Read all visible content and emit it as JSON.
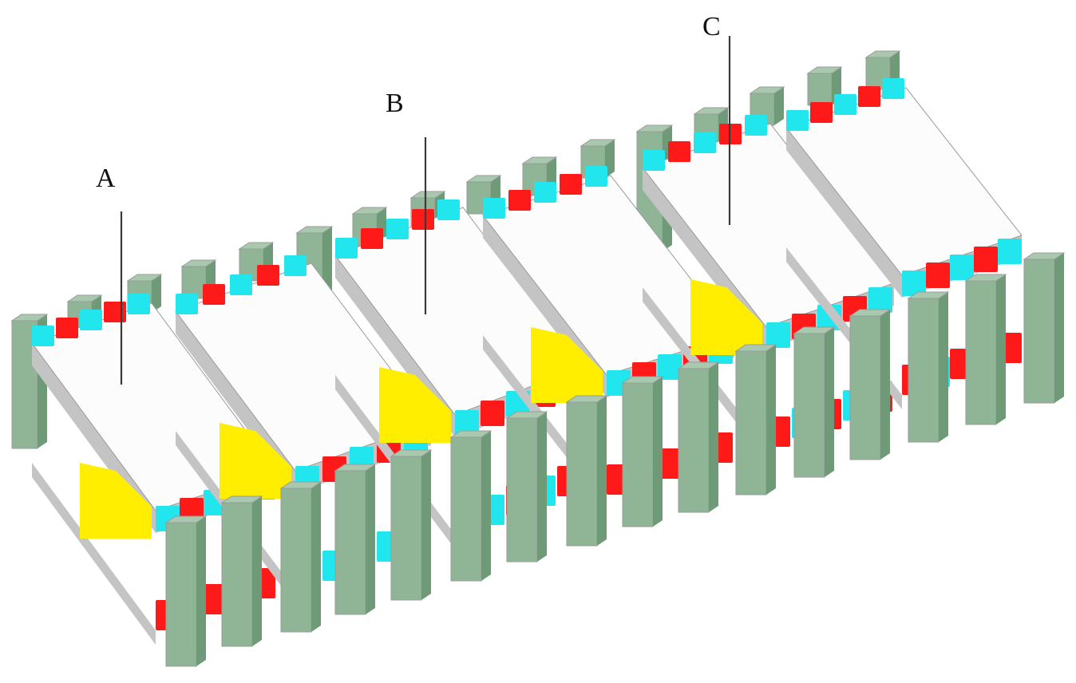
{
  "callouts": [
    {
      "id": "a",
      "text": "A"
    },
    {
      "id": "b",
      "text": "B"
    },
    {
      "id": "c",
      "text": "C"
    }
  ],
  "colors": {
    "pillar": "#8fb596",
    "pillar_side": "#6f9a78",
    "pillar_top": "#a9c9ae",
    "red_block": "#ff1a1a",
    "cyan_block": "#22e6ee",
    "yellow_wedge": "#ffee00",
    "slab_top": "#fcfcfc",
    "slab_side": "#c4c4c4",
    "slab_edge": "#9a9a9a",
    "leader": "#3a3a3a"
  }
}
